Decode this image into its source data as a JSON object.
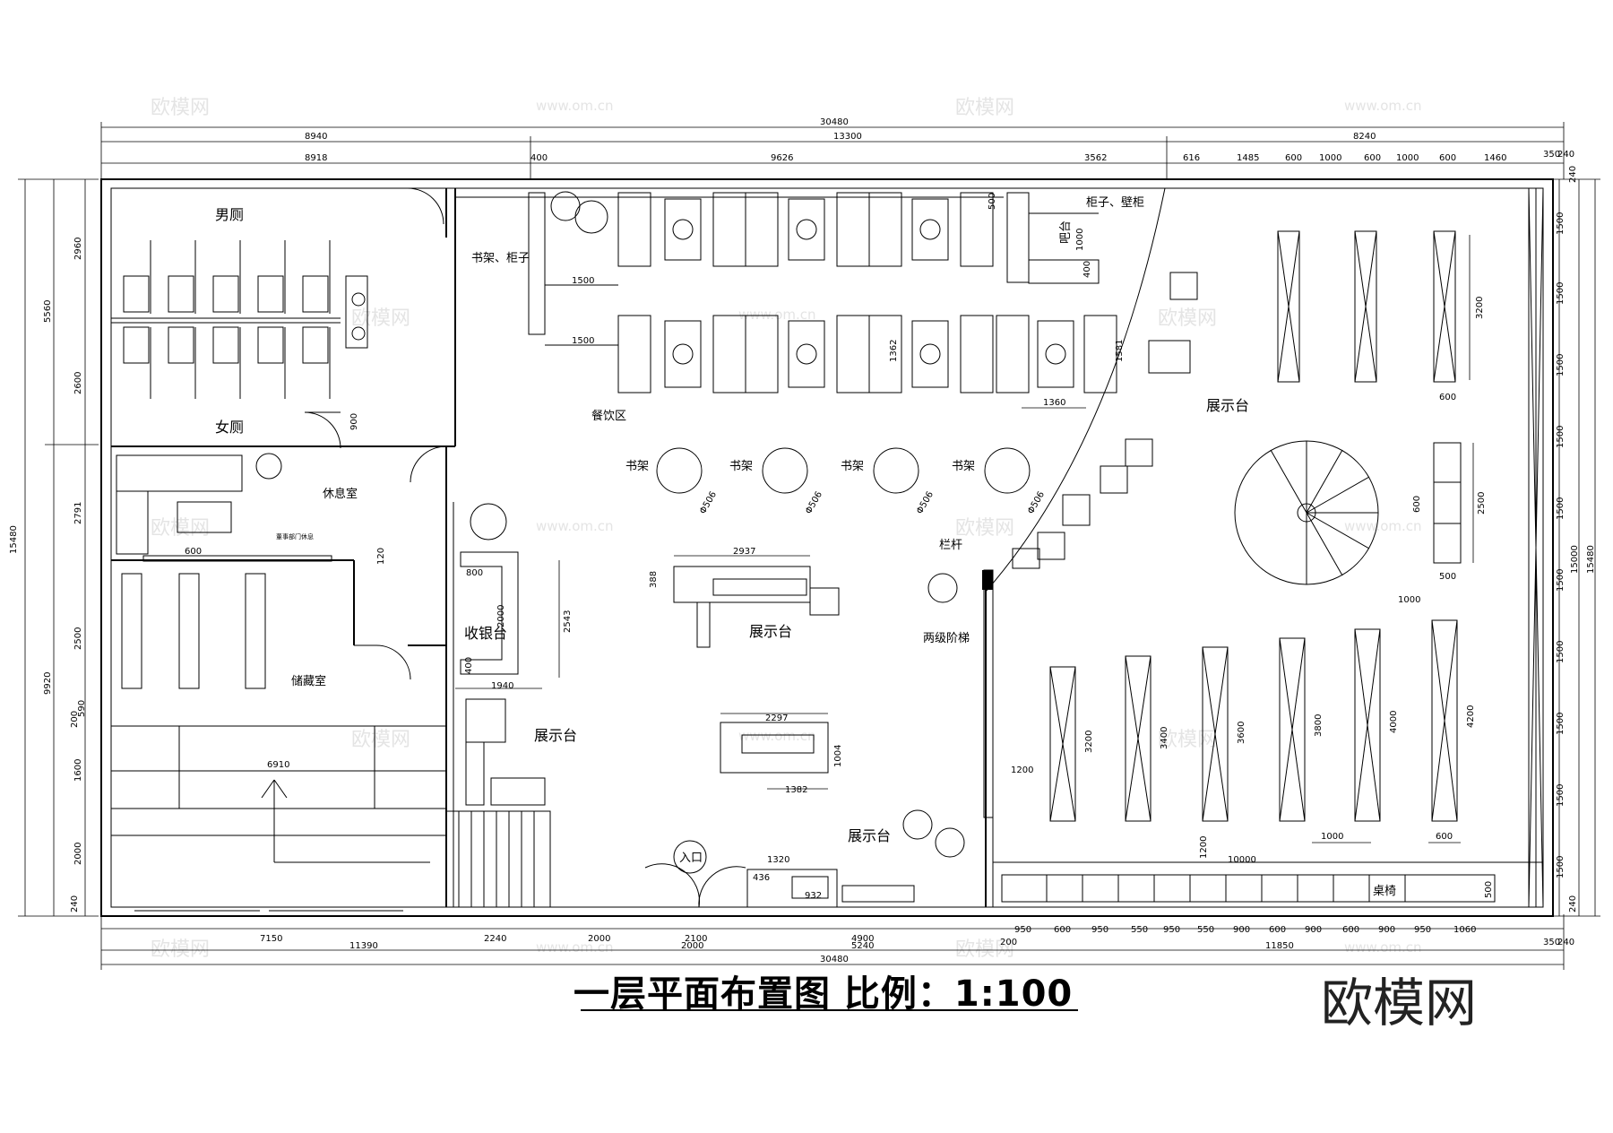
{
  "title": "一层平面布置图 比例：1:100",
  "brand": "欧模网",
  "watermark": {
    "logo": "欧模网",
    "url": "www.om.cn"
  },
  "rooms": {
    "mens_restroom": "男厕",
    "womens_restroom": "女厕",
    "lounge": "休息室",
    "storage": "储藏室",
    "dining_area": "餐饮区",
    "bookshelf_cabinet": "书架、柜子",
    "cabinet_wall": "柜子、壁柜",
    "bar": "吧台",
    "cashier": "收银台",
    "display_1": "展示台",
    "display_2": "展示台",
    "display_3": "展示台",
    "display_4": "展示台",
    "railing": "栏杆",
    "two_steps": "两级阶梯",
    "entrance": "入口",
    "table_chairs": "桌椅",
    "bookshelf": "书架",
    "lounge_sign": "董事部门休息"
  },
  "dimensions": {
    "top_total": "30480",
    "top_seg": [
      "8940",
      "13300",
      "8240"
    ],
    "top_row2": [
      "8918",
      "400",
      "9626",
      "3562",
      "616",
      "1485",
      "600",
      "1000",
      "600",
      "1000",
      "600",
      "1460",
      "350",
      "240"
    ],
    "bottom_row1": [
      "7150",
      "2240",
      "2000",
      "2100",
      "4900",
      "950",
      "600",
      "950",
      "550",
      "950",
      "550",
      "900",
      "600",
      "900",
      "600",
      "900",
      "950",
      "1060",
      "350",
      "240"
    ],
    "bottom_row2": [
      "11390",
      "2000",
      "5240",
      "200",
      "11850"
    ],
    "bottom_total": "30480",
    "left_outer": "15480",
    "left_mid": [
      "5560",
      "9920"
    ],
    "left_inner": [
      "2960",
      "2600",
      "2791",
      "2500",
      "200",
      "590",
      "1600",
      "2000",
      "240"
    ],
    "right_inner": [
      "240",
      "1500",
      "1500",
      "1500",
      "1500",
      "1500",
      "1500",
      "1500",
      "1500",
      "1500",
      "1500",
      "240"
    ],
    "right_mid": "15000",
    "right_outer": "15480",
    "interior": {
      "shelf_1500a": "1500",
      "shelf_1500b": "1500",
      "bar_500": "500",
      "bar_1000": "1000",
      "bar_400": "400",
      "dining_1362": "1362",
      "dining_1581": "1581",
      "dining_1360": "1360",
      "bookshelf_dia": "Φ506",
      "wc_900": "900",
      "sink_600": "600",
      "step_120": "120",
      "cashier_800": "800",
      "cashier_2000": "2000",
      "cashier_400": "400",
      "cashier_1940": "1940",
      "cashier_2543": "2543",
      "disp_2937": "2937",
      "disp_388": "388",
      "disp_2297": "2297",
      "disp_1004": "1004",
      "disp_1382": "1382",
      "stair_6910": "6910",
      "ent_1320": "1320",
      "ent_436": "436",
      "ent_932": "932",
      "rail_1200": "1200",
      "rail_1200b": "1200",
      "long_10000": "10000",
      "tc_500": "500",
      "r_3200a": "3200",
      "r_600a": "600",
      "r_2500": "2500",
      "r_600b": "600",
      "r_500": "500",
      "r_1000a": "1000",
      "s_3200": "3200",
      "s_3400": "3400",
      "s_3600": "3600",
      "s_3800": "3800",
      "s_4000": "4000",
      "s_4200": "4200",
      "s_1000": "1000",
      "s_600": "600"
    }
  }
}
